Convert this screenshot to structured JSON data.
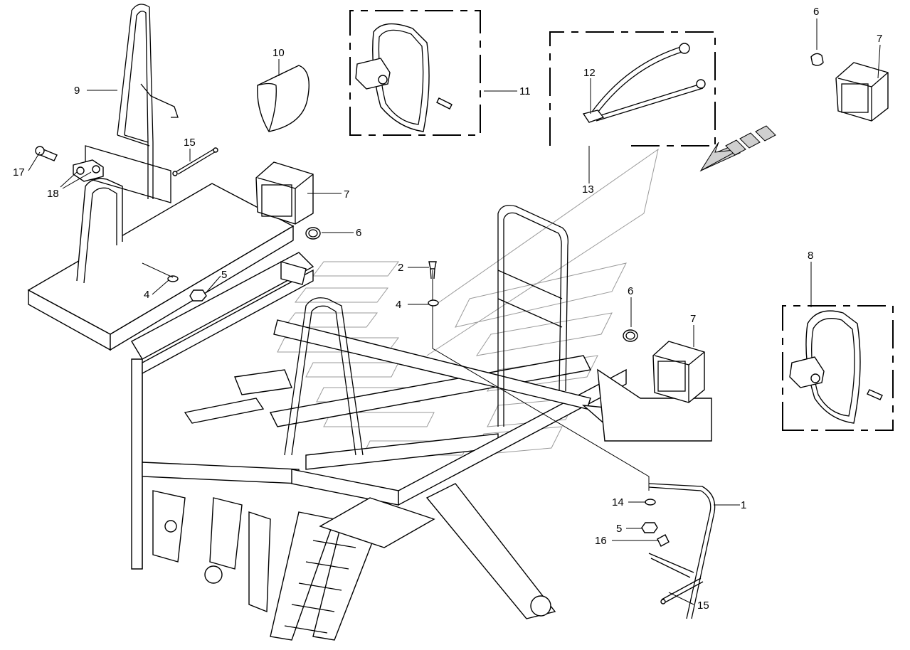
{
  "diagram": {
    "callouts": {
      "c1": "1",
      "c2": "2",
      "c4a": "4",
      "c4b": "4",
      "c5a": "5",
      "c5b": "5",
      "c6a": "6",
      "c6b": "6",
      "c6c": "6",
      "c7a": "7",
      "c7b": "7",
      "c7c": "7",
      "c8": "8",
      "c9": "9",
      "c10": "10",
      "c11": "11",
      "c12": "12",
      "c13": "13",
      "c14": "14",
      "c15a": "15",
      "c15b": "15",
      "c16": "16",
      "c17": "17",
      "c18": "18"
    }
  }
}
